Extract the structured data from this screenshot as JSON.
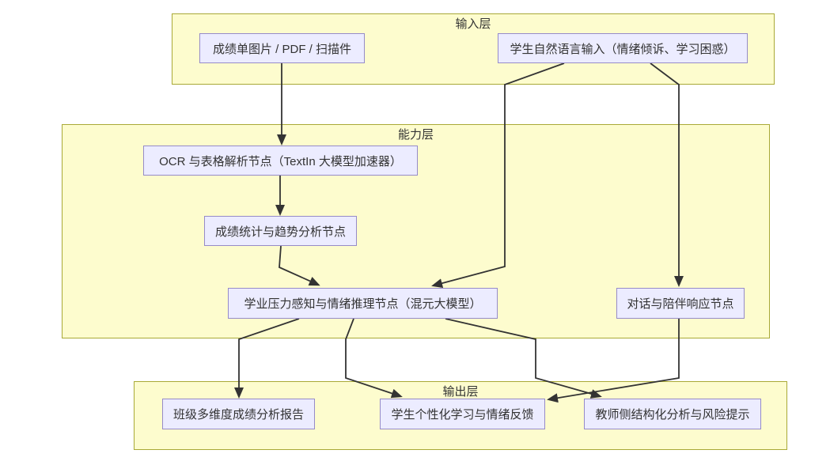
{
  "colors": {
    "layer_fill": "#fdfcce",
    "layer_border": "#a9a936",
    "node_fill": "#ececff",
    "node_border": "#968bc8",
    "edge": "#333333",
    "text": "#333333"
  },
  "layers": {
    "input": {
      "label": "输入层"
    },
    "capability": {
      "label": "能力层"
    },
    "output": {
      "label": "输出层"
    }
  },
  "nodes": {
    "report_input": {
      "label": "成绩单图片 / PDF / 扫描件",
      "layer": "输入层"
    },
    "nl_input": {
      "label": "学生自然语言输入（情绪倾诉、学习困惑）",
      "layer": "输入层"
    },
    "ocr": {
      "label": "OCR 与表格解析节点（TextIn 大模型加速器）",
      "layer": "能力层"
    },
    "stats": {
      "label": "成绩统计与趋势分析节点",
      "layer": "能力层"
    },
    "pressure": {
      "label": "学业压力感知与情绪推理节点（混元大模型）",
      "layer": "能力层"
    },
    "dialog": {
      "label": "对话与陪伴响应节点",
      "layer": "能力层"
    },
    "class_report": {
      "label": "班级多维度成绩分析报告",
      "layer": "输出层"
    },
    "student_feedback": {
      "label": "学生个性化学习与情绪反馈",
      "layer": "输出层"
    },
    "teacher_analysis": {
      "label": "教师侧结构化分析与风险提示",
      "layer": "输出层"
    }
  },
  "edges": [
    {
      "from": "report_input",
      "to": "ocr"
    },
    {
      "from": "ocr",
      "to": "stats"
    },
    {
      "from": "stats",
      "to": "pressure"
    },
    {
      "from": "nl_input",
      "to": "pressure"
    },
    {
      "from": "nl_input",
      "to": "dialog"
    },
    {
      "from": "pressure",
      "to": "class_report"
    },
    {
      "from": "pressure",
      "to": "student_feedback"
    },
    {
      "from": "pressure",
      "to": "teacher_analysis"
    },
    {
      "from": "dialog",
      "to": "student_feedback"
    }
  ]
}
